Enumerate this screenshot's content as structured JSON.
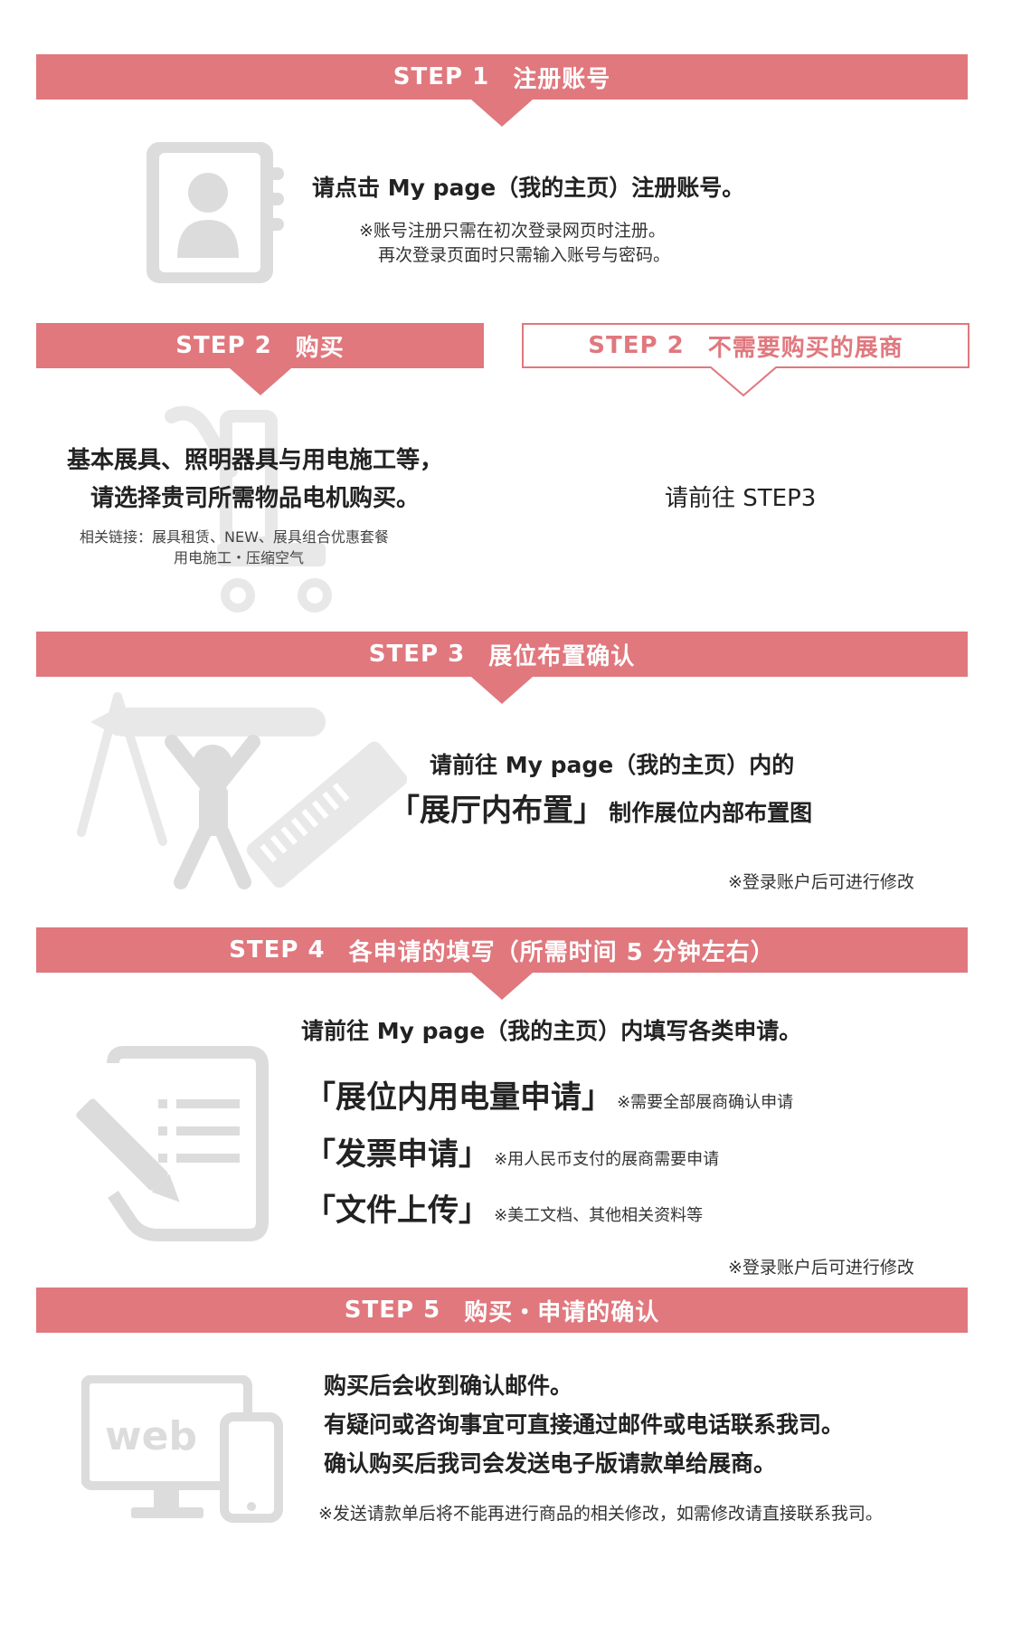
{
  "step1": {
    "title_step": "STEP 1",
    "title_text": "注册账号",
    "line1": "请点击 My page（我的主页）注册账号。",
    "note1": "※账号注册只需在初次登录网页时注册。",
    "note2": "再次登录页面时只需输入账号与密码。"
  },
  "step2a": {
    "title_step": "STEP 2",
    "title_text": "购买",
    "line1": "基本展具、照明器具与用电施工等，",
    "line2": "请选择贵司所需物品电机购买。",
    "link_line1": "相关链接：展具租赁、NEW、展具组合优惠套餐",
    "link_line2": "用电施工・压缩空气"
  },
  "step2b": {
    "title_step": "STEP 2",
    "title_text": "不需要购买的展商",
    "line1": "请前往 STEP3"
  },
  "step3": {
    "title_step": "STEP 3",
    "title_text": "展位布置确认",
    "line1": "请前往 My page（我的主页）内的",
    "big_label": "「展厅内布置」",
    "line2_rest": "制作展位内部布置图",
    "note": "※登录账户后可进行修改"
  },
  "step4": {
    "title_step": "STEP 4",
    "title_text": "各申请的填写（所需时间 5 分钟左右）",
    "line1": "请前往 My page（我的主页）内填写各类申请。",
    "items": [
      {
        "label": "「展位内用电量申请」",
        "note": "※需要全部展商确认申请"
      },
      {
        "label": "「发票申请」",
        "note": "※用人民币支付的展商需要申请"
      },
      {
        "label": "「文件上传」",
        "note": "※美工文档、其他相关资料等"
      }
    ],
    "note": "※登录账户后可进行修改"
  },
  "step5": {
    "title_step": "STEP 5",
    "title_text": "购买・申请的确认",
    "line1": "购买后会收到确认邮件。",
    "line2": "有疑问或咨询事宜可直接通过邮件或电话联系我司。",
    "line3": "确认购买后我司会发送电子版请款单给展商。",
    "note": "※发送请款单后将不能再进行商品的相关修改，如需修改请直接联系我司。",
    "web_label": "web"
  },
  "colors": {
    "accent": "#e0787e",
    "icon_gray": "#dcdcdc"
  }
}
